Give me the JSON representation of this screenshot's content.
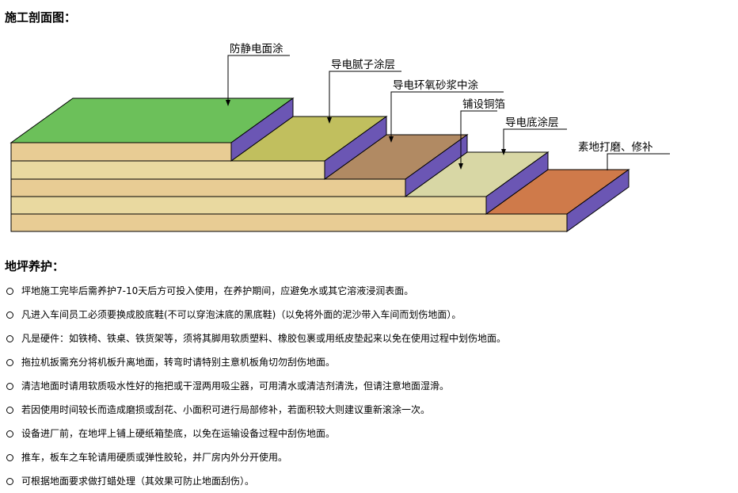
{
  "section1": {
    "title": "施工剖面图："
  },
  "diagram": {
    "labels": [
      "防静电面涂",
      "导电腻子涂层",
      "导电环氧砂浆中涂",
      "铺设铜箔",
      "导电底涂层",
      "素地打磨、修补"
    ],
    "colors": {
      "top_layer": "#6cc05a",
      "putty_layer": "#c1bf5e",
      "mortar_layer": "#b18a63",
      "copper_layer": "#d8d7a5",
      "primer_layer": "#cf7a4a",
      "side_face": "#6b56b4",
      "base_slab": "#e8cc94"
    }
  },
  "section2": {
    "title": "地坪养护：",
    "items": [
      "坪地施工完毕后需养护7-10天后方可投入使用，在养护期间，应避免水或其它溶液浸润表面。",
      "凡进入车间员工必须要换成胶底鞋(不可以穿泡沫底的黑底鞋)（以免将外面的泥沙带入车间而划伤地面）。",
      "凡是硬件：如铁椅、铁桌、铁货架等，须将其脚用软质塑料、橡胶包裹或用纸皮垫起来以免在使用过程中划伤地面。",
      "拖拉机扳需充分将机板升离地面，转弯时请特别主意机板角切勿刮伤地面。",
      "清洁地面时请用软质吸水性好的拖把或干湿两用吸尘器，可用清水或清洁剂清洗，但请注意地面湿滑。",
      "若因使用时间较长而造成磨损或刮花、小面积可进行局部修补，若面积较大则建议重新滚涂一次。",
      "设备进厂前，在地坪上铺上硬纸箱垫底，以免在运输设备过程中刮伤地面。",
      "推车，板车之车轮请用硬质或弹性胶轮，并厂房内外分开使用。",
      "可根据地面要求做打蜡处理（其效果可防止地面刮伤）。"
    ]
  }
}
